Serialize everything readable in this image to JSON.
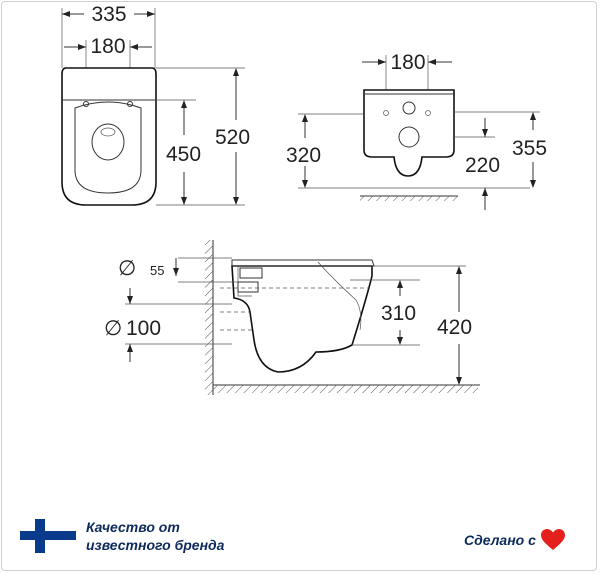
{
  "drawing": {
    "top_view": {
      "width_outer": "335",
      "width_inner": "180",
      "length_inner": "450",
      "length_outer": "520"
    },
    "rear_view": {
      "mount_spacing": "180",
      "bolt_height": "320",
      "outlet_height": "220",
      "total_height": "355"
    },
    "side_view": {
      "inlet_label": "∅",
      "inlet_size": "55",
      "outlet_label": "∅",
      "outlet_size": "100",
      "outlet_center": "310",
      "height": "420"
    }
  },
  "footer": {
    "quality_line1": "Качество от",
    "quality_line2": "известного бренда",
    "made_text": "Сделано с",
    "flag_icon": "finland-flag-icon",
    "heart_icon": "heart-icon",
    "flag_colors": {
      "white": "#ffffff",
      "blue": "#0a3a8c"
    },
    "heart_color": "#e3201b",
    "text_color": "#0d2a5c"
  }
}
